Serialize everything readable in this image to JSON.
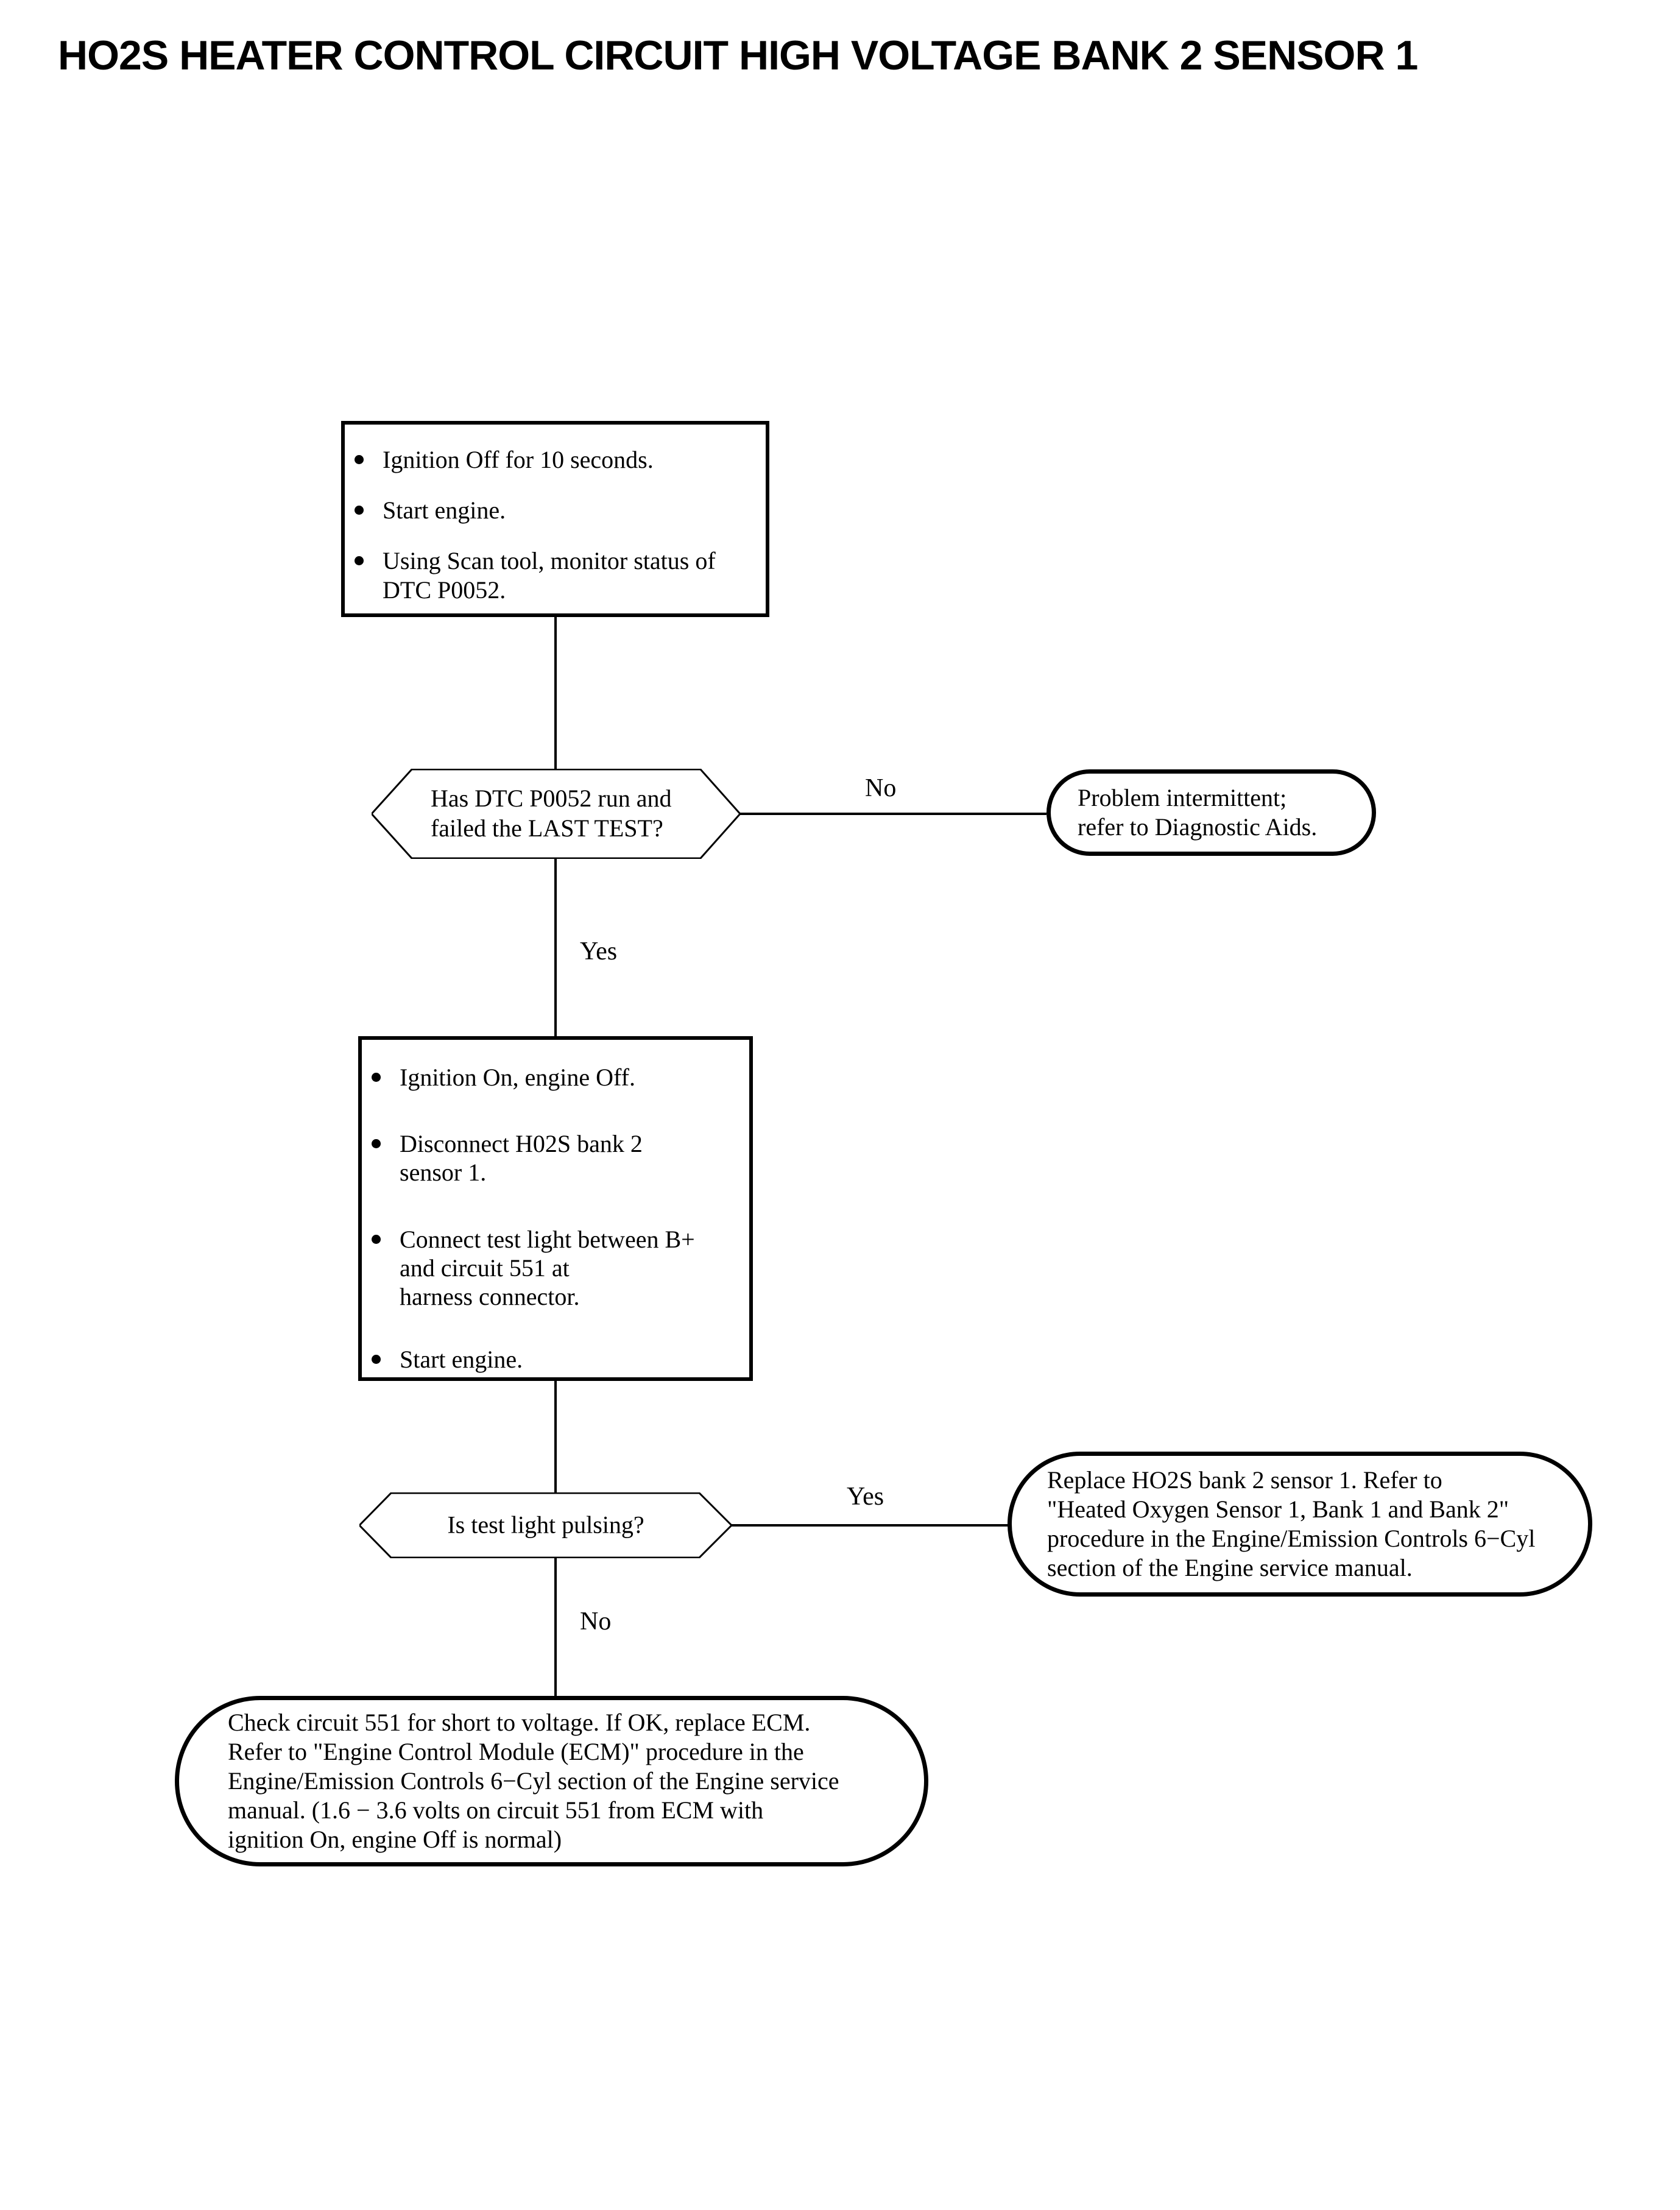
{
  "page": {
    "title": "HO2S HEATER CONTROL CIRCUIT HIGH VOLTAGE BANK 2 SENSOR 1",
    "ink_color": "#000000",
    "background_color": "#ffffff"
  },
  "nodes": {
    "step1": {
      "type": "process",
      "bullets": [
        "Ignition Off for 10 seconds.",
        "Start engine.",
        "Using Scan tool, monitor status of DTC P0052."
      ]
    },
    "decision1": {
      "type": "decision",
      "line1": "Has DTC P0052 run and",
      "line2": "failed the LAST TEST?"
    },
    "intermittent": {
      "type": "terminal",
      "line1": "Problem intermittent;",
      "line2": "refer to Diagnostic Aids."
    },
    "step2": {
      "type": "process",
      "bullets": [
        "Ignition On, engine Off.",
        "Disconnect H02S bank 2 sensor 1.",
        "Connect test light between B+ and circuit 551 at harness connector.",
        "Start engine."
      ],
      "bullet2_lines": [
        "Disconnect H02S bank 2",
        "sensor 1."
      ],
      "bullet3_lines": [
        "Connect test light between B+",
        "and circuit 551 at",
        "harness connector."
      ]
    },
    "decision2": {
      "type": "decision",
      "line1": "Is test light pulsing?"
    },
    "replace_sensor": {
      "type": "terminal",
      "lines": [
        "Replace HO2S bank 2 sensor 1. Refer to",
        "\"Heated Oxygen Sensor 1, Bank 1 and Bank 2\"",
        "procedure in the Engine/Emission Controls 6−Cyl",
        "section of the Engine service manual."
      ]
    },
    "check_circuit": {
      "type": "terminal",
      "lines": [
        "Check circuit 551 for short to voltage. If OK, replace ECM.",
        "Refer to \"Engine Control Module (ECM)\" procedure in the",
        "Engine/Emission Controls 6−Cyl section of the Engine service",
        "manual. (1.6 − 3.6 volts on circuit 551 from ECM with",
        "ignition On, engine Off is normal)"
      ]
    }
  },
  "branches": {
    "d1_no": "No",
    "d1_yes": "Yes",
    "d2_yes": "Yes",
    "d2_no": "No"
  }
}
